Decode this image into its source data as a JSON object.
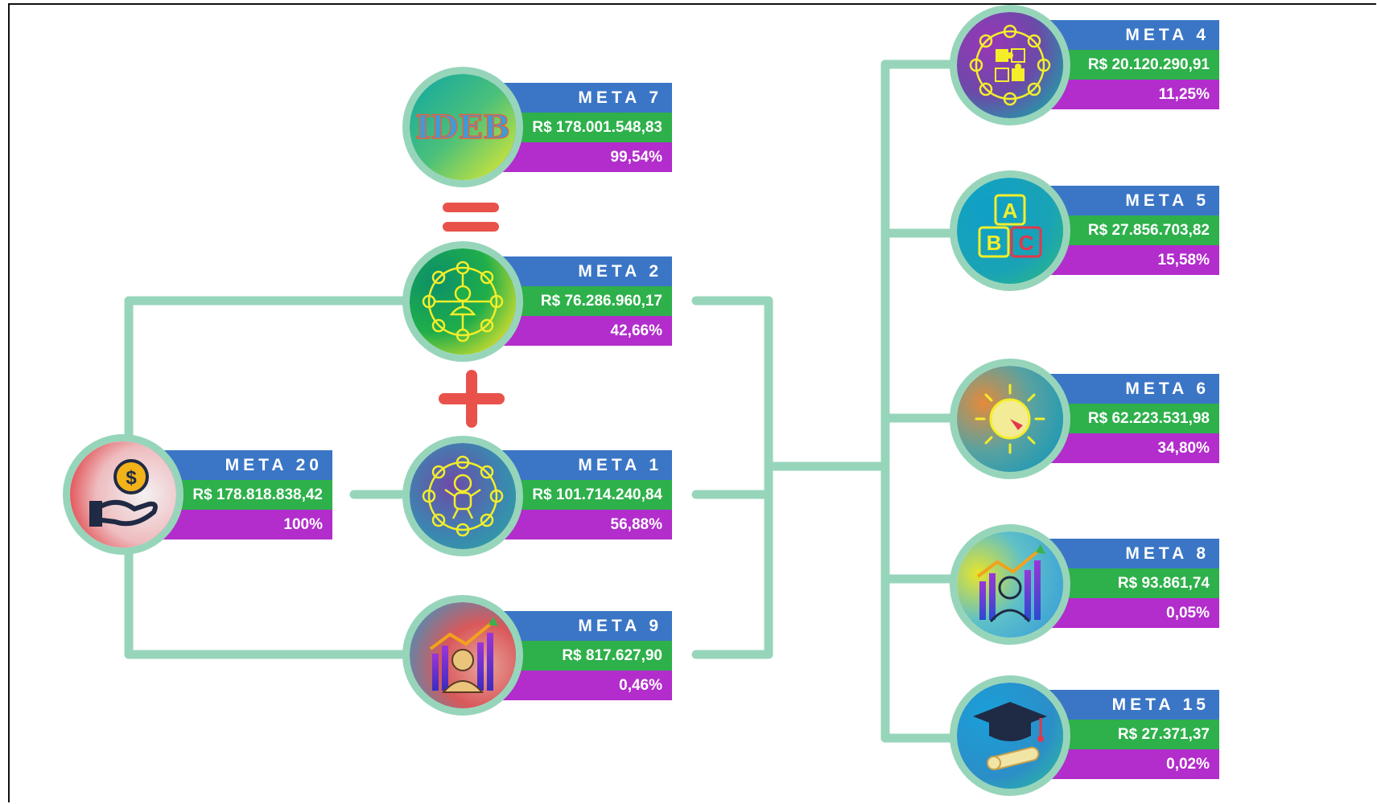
{
  "metas": [
    {
      "id": "meta20",
      "title": "META 20",
      "amount": "R$ 178.818.838,42",
      "pct": "100%",
      "icon": "hand-coin-icon"
    },
    {
      "id": "meta7",
      "title": "META 7",
      "amount": "R$ 178.001.548,83",
      "pct": "99,54%",
      "icon": "ideb-logo-icon",
      "icon_text": "IDEB"
    },
    {
      "id": "meta2",
      "title": "META 2",
      "amount": "R$ 76.286.960,17",
      "pct": "42,66%",
      "icon": "network-person-icon"
    },
    {
      "id": "meta1",
      "title": "META 1",
      "amount": "R$ 101.714.240,84",
      "pct": "56,88%",
      "icon": "network-baby-icon"
    },
    {
      "id": "meta9",
      "title": "META 9",
      "amount": "R$ 817.627,90",
      "pct": "0,46%",
      "icon": "growth-chart-person-icon"
    },
    {
      "id": "meta4",
      "title": "META 4",
      "amount": "R$ 20.120.290,91",
      "pct": "11,25%",
      "icon": "puzzle-network-icon"
    },
    {
      "id": "meta5",
      "title": "META 5",
      "amount": "R$ 27.856.703,82",
      "pct": "15,58%",
      "icon": "abc-blocks-icon",
      "letters": [
        "A",
        "B",
        "C"
      ]
    },
    {
      "id": "meta6",
      "title": "META 6",
      "amount": "R$ 62.223.531,98",
      "pct": "34,80%",
      "icon": "clock-gauge-icon"
    },
    {
      "id": "meta8",
      "title": "META 8",
      "amount": "R$ 93.861,74",
      "pct": "0,05%",
      "icon": "growth-chart-person-icon"
    },
    {
      "id": "meta15",
      "title": "META 15",
      "amount": "R$ 27.371,37",
      "pct": "0,02%",
      "icon": "graduation-cap-diploma-icon"
    }
  ],
  "colors": {
    "title_band": "#3b76c6",
    "amount_band": "#2eb04b",
    "percent_band": "#b22dcc",
    "connector": "#97d5bb",
    "operator": "#e8524a"
  },
  "operators": [
    {
      "symbol": "=",
      "between": [
        "META 7",
        "META 2"
      ]
    },
    {
      "symbol": "+",
      "between": [
        "META 2",
        "META 1"
      ]
    }
  ]
}
